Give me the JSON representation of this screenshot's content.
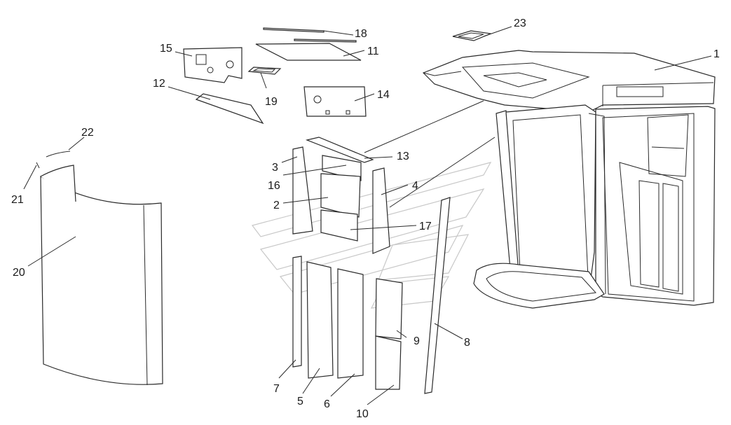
{
  "diagram": {
    "labels": {
      "p1": "1",
      "p2": "2",
      "p3": "3",
      "p4": "4",
      "p5": "5",
      "p6": "6",
      "p7": "7",
      "p8": "8",
      "p9": "9",
      "p10": "10",
      "p11": "11",
      "p12": "12",
      "p13": "13",
      "p14": "14",
      "p15": "15",
      "p16": "16",
      "p17": "17",
      "p18": "18",
      "p19": "19",
      "p20": "20",
      "p21": "21",
      "p22": "22",
      "p23": "23"
    }
  }
}
